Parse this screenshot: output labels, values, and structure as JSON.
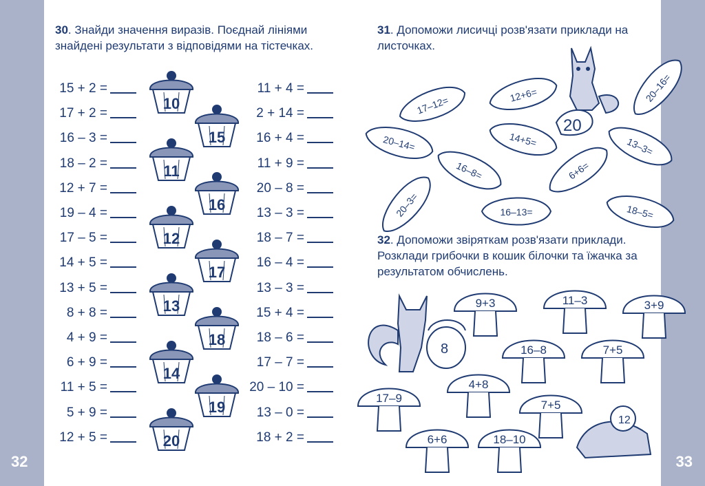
{
  "pages": {
    "left": "32",
    "right": "33"
  },
  "task30": {
    "num": "30",
    "text": ". Знайди значення виразів. Поєднай лі­ніями знайдені результати з відповідями на тістечках."
  },
  "task31": {
    "num": "31",
    "text": ". Допоможи лисичці розв'язати прикла­ди на листочках."
  },
  "task32": {
    "num": "32",
    "text": ". Допоможи звіряткам розв'язати при­клади. Розклади грибочки в кошик білочки та їжачка за результатом обчислень."
  },
  "col1": [
    "15 + 2 =",
    "17 + 2 =",
    "16 – 3 =",
    "18 – 2 =",
    "12 + 7 =",
    "19 – 4 =",
    "17 – 5 =",
    "14 + 5 =",
    "13 + 5 =",
    "8 + 8 =",
    "4 + 9 =",
    "6 + 9 =",
    "11 + 5 =",
    "5 + 9 =",
    "12 + 5 ="
  ],
  "col2": [
    "11 + 4 =",
    "2 + 14 =",
    "16 + 4 =",
    "11 + 9 =",
    "20 – 8 =",
    "13 – 3 =",
    "18 – 7 =",
    "16 – 4 =",
    "13 – 3 =",
    "15 + 4 =",
    "18 – 6 =",
    "17 – 7 =",
    "20 – 10 =",
    "13 – 0 =",
    "18 + 2 ="
  ],
  "cakes": [
    "10",
    "15",
    "11",
    "16",
    "12",
    "17",
    "13",
    "18",
    "14",
    "19",
    "20"
  ],
  "leaves": [
    "17–12=",
    "12+6=",
    "20–16=",
    "20–14=",
    "14+5=",
    "13–3=",
    "16–8=",
    "6+6=",
    "20–3=",
    "16–13=",
    "18–5="
  ],
  "fox_number": "20",
  "mushrooms": [
    "9+3",
    "11–3",
    "3+9",
    "16–8",
    "7+5",
    "4+8",
    "17–9",
    "7+5",
    "6+6",
    "18–10"
  ],
  "basket_squirrel": "8",
  "basket_hedgehog": "12"
}
